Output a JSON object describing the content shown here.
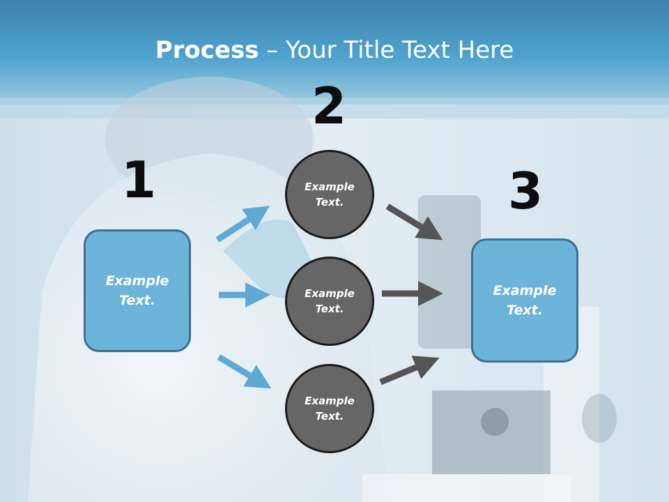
{
  "slide": {
    "title_bold": "Process",
    "title_rest": " – Your Title Text Here",
    "steps": {
      "one": "1",
      "two": "2",
      "three": "3"
    },
    "left_box": "Example Text.",
    "right_box": "Example Text.",
    "circles": [
      "Example Text.",
      "Example Text.",
      "Example Text."
    ]
  },
  "colors": {
    "header_blue": "#4a9cc7",
    "box_fill": "#6cb4d9",
    "box_border": "#3e6f8e",
    "circle_fill": "#666666",
    "circle_border": "#1a1a1a",
    "arrow_blue": "#5fa9d4",
    "arrow_dark": "#555555"
  }
}
